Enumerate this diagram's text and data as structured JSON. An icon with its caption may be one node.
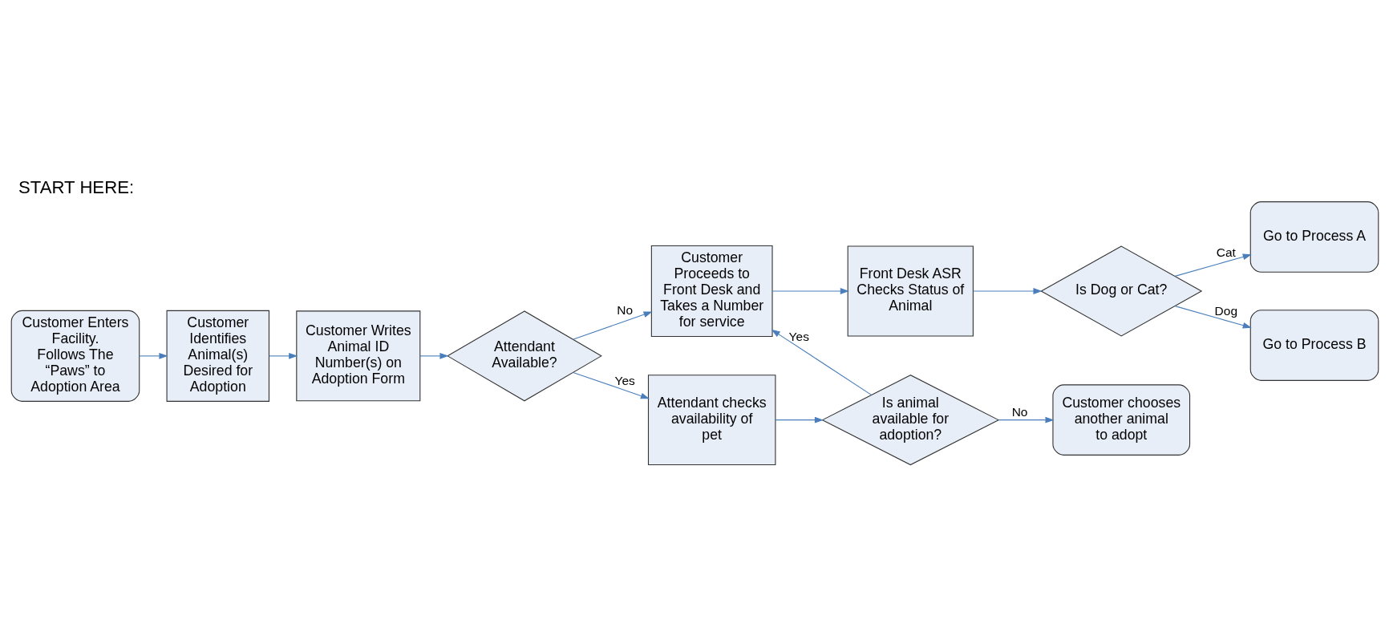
{
  "diagram": {
    "title": "START HERE:",
    "nodes": [
      {
        "text": [
          "Customer Enters Facility. Follows The “Paws” to Adoption Area"
        ]
      },
      {
        "text": [
          "Customer Identifies Animal(s) Desired for Adoption"
        ]
      },
      {
        "text": [
          "Customer Writes Animal ID Number(s) on Adoption Form"
        ]
      },
      {
        "text": [
          "Attendant Available?"
        ]
      },
      {
        "text": [
          "Customer Proceeds to Front Desk and Takes a Number for service"
        ]
      },
      {
        "text": [
          "Front Desk ASR Checks Status of Animal"
        ]
      },
      {
        "text": [
          "Is Dog or Cat?"
        ]
      },
      {
        "text": [
          "Go to Process A"
        ]
      },
      {
        "text": [
          "Attendant checks availability of pet"
        ]
      },
      {
        "text": [
          "Go to Process B"
        ]
      },
      {
        "text": [
          "Is animal available for adoption?"
        ]
      },
      {
        "text": [
          "Customer chooses another animal to adopt"
        ]
      }
    ],
    "edges": [
      {
        "from": 0,
        "to": 1,
        "arrow": "to"
      },
      {
        "from": 1,
        "to": 2,
        "arrow": "to"
      },
      {
        "from": 2,
        "to": 3,
        "arrow": "to"
      },
      {
        "from": 3,
        "to": 4,
        "arrow": "to",
        "label": "No"
      },
      {
        "from": 4,
        "to": 5,
        "arrow": "to"
      },
      {
        "from": 5,
        "to": 6,
        "arrow": "to"
      },
      {
        "from": 6,
        "to": 7,
        "arrow": "to",
        "label": "Cat"
      },
      {
        "from": 6,
        "to": 9,
        "arrow": "to",
        "label": "Dog"
      },
      {
        "from": 3,
        "to": 8,
        "arrow": "to",
        "label": "Yes"
      },
      {
        "from": 8,
        "to": 10,
        "arrow": "to"
      },
      {
        "from": 10,
        "to": 4,
        "arrow": "to",
        "label": "Yes"
      },
      {
        "from": 10,
        "to": 11,
        "arrow": "to",
        "label": "No"
      }
    ]
  }
}
